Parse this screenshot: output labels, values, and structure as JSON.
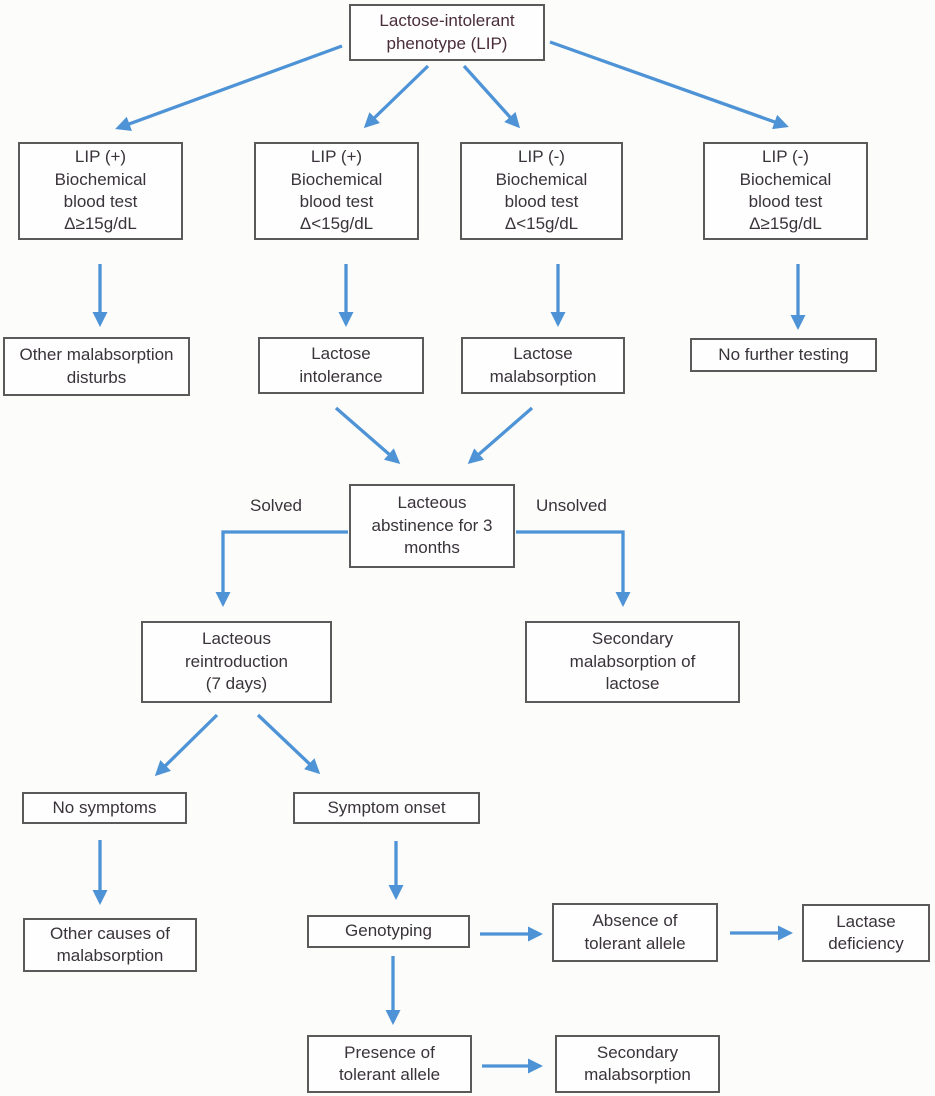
{
  "colors": {
    "arrow": "#4e93d6",
    "box_border": "#5a5a5a",
    "box_fill": "#fefefe",
    "background": "#fcfcfb",
    "text": "#39333a",
    "title_text": "#4a2d3a"
  },
  "nodes": {
    "lip_phenotype": {
      "label": "Lactose-intolerant\nphenotype (LIP)"
    },
    "lip_pos_high": {
      "label": "LIP  (+)\nBiochemical\nblood test\nΔ≥15g/dL"
    },
    "lip_pos_low": {
      "label": "LIP (+)\nBiochemical\nblood test\nΔ<15g/dL"
    },
    "lip_neg_low": {
      "label": "LIP (-)\nBiochemical\nblood test\nΔ<15g/dL"
    },
    "lip_neg_high": {
      "label": "LIP (-)\nBiochemical\nblood test\nΔ≥15g/dL"
    },
    "other_malabsorption_disturbs": {
      "label": "Other  malabsorption\ndisturbs"
    },
    "lactose_intolerance": {
      "label": "Lactose\nintolerance"
    },
    "lactose_malabsorption": {
      "label": "Lactose\nmalabsorption"
    },
    "no_further_testing": {
      "label": "No further testing"
    },
    "lacteous_abstinence": {
      "label": "Lacteous\nabstinence for 3\nmonths"
    },
    "lacteous_reintroduction": {
      "label": "Lacteous\nreintroduction\n(7 days)"
    },
    "secondary_malabsorption_lactose": {
      "label": "Secondary\nmalabsorption of\nlactose"
    },
    "no_symptoms": {
      "label": "No symptoms"
    },
    "symptom_onset": {
      "label": "Symptom  onset"
    },
    "other_causes_malabsorption": {
      "label": "Other causes of\nmalabsorption"
    },
    "genotyping": {
      "label": "Genotyping"
    },
    "absence_tolerant_allele": {
      "label": "Absence of\ntolerant allele"
    },
    "lactase_deficiency": {
      "label": "Lactase\ndeficiency"
    },
    "presence_tolerant_allele": {
      "label": "Presence of\ntolerant allele"
    },
    "secondary_malabsorption": {
      "label": "Secondary\nmalabsorption"
    }
  },
  "edge_labels": {
    "solved": "Solved",
    "unsolved": "Unsolved"
  }
}
